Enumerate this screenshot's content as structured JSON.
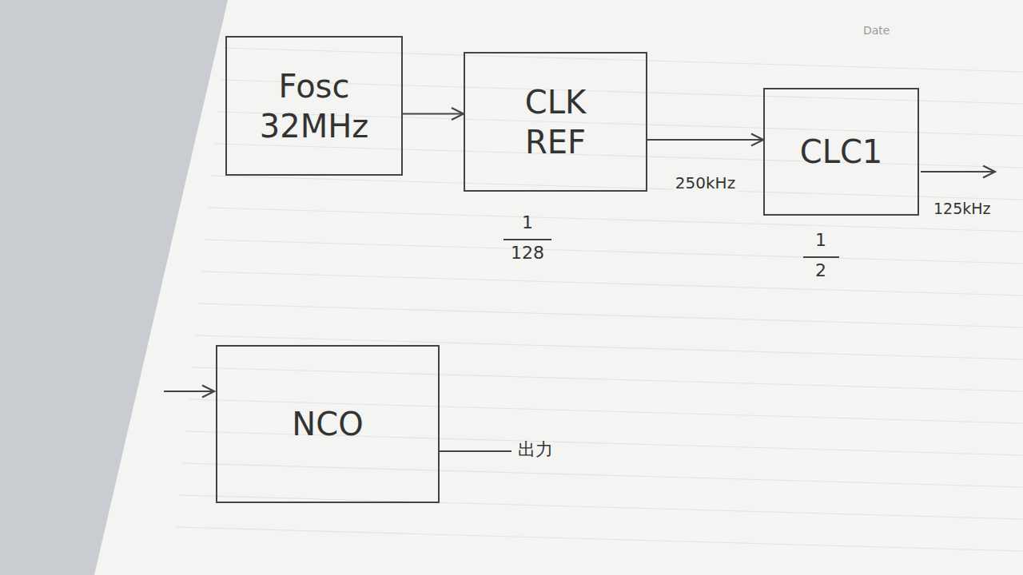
{
  "diagram": {
    "nodes": [
      {
        "text": [
          "Fosc",
          "32MHz"
        ]
      },
      {
        "text": [
          "CLK REF"
        ]
      },
      {
        "text": [
          "CLC1"
        ]
      },
      {
        "text": [
          "NCO"
        ]
      }
    ],
    "edges": [
      {
        "from": 0,
        "to": 1,
        "arrow": "to"
      },
      {
        "from": 1,
        "to": 2,
        "arrow": "to",
        "label": "250kHz"
      }
    ],
    "labels": [
      "Date",
      "1",
      "128",
      "1",
      "2",
      "125kHz",
      "出力"
    ]
  }
}
